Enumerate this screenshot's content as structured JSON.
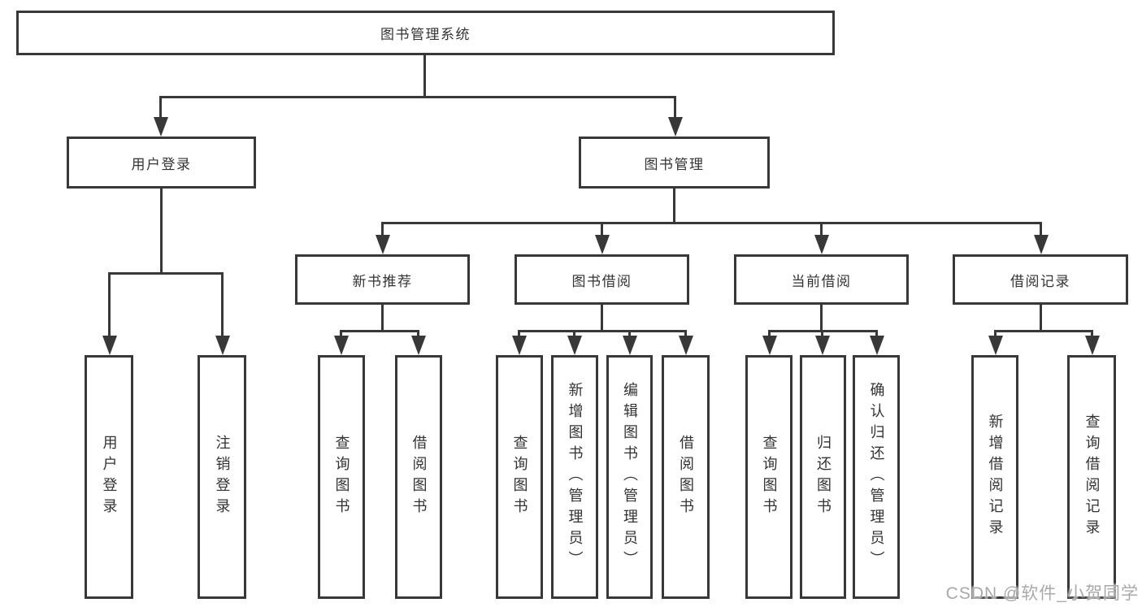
{
  "colors": {
    "line": "#383838",
    "text": "#333333",
    "background": "#ffffff",
    "watermark": "#a9a9a9"
  },
  "diagram": {
    "root": {
      "label": "图书管理系统"
    },
    "branches": [
      {
        "label": "用户登录",
        "children": [
          {
            "label": "用户登录"
          },
          {
            "label": "注销登录"
          }
        ]
      },
      {
        "label": "图书管理",
        "children": [
          {
            "label": "新书推荐",
            "children": [
              {
                "label": "查询图书"
              },
              {
                "label": "借阅图书"
              }
            ]
          },
          {
            "label": "图书借阅",
            "children": [
              {
                "label": "查询图书"
              },
              {
                "label": "新增图书（管理员）"
              },
              {
                "label": "编辑图书（管理员）"
              },
              {
                "label": "借阅图书"
              }
            ]
          },
          {
            "label": "当前借阅",
            "children": [
              {
                "label": "查询图书"
              },
              {
                "label": "归还图书"
              },
              {
                "label": "确认归还（管理员）"
              }
            ]
          },
          {
            "label": "借阅记录",
            "children": [
              {
                "label": "新增借阅记录"
              },
              {
                "label": "查询借阅记录"
              }
            ]
          }
        ]
      }
    ]
  },
  "watermark": {
    "text": "CSDN @软件_小贺同学"
  }
}
